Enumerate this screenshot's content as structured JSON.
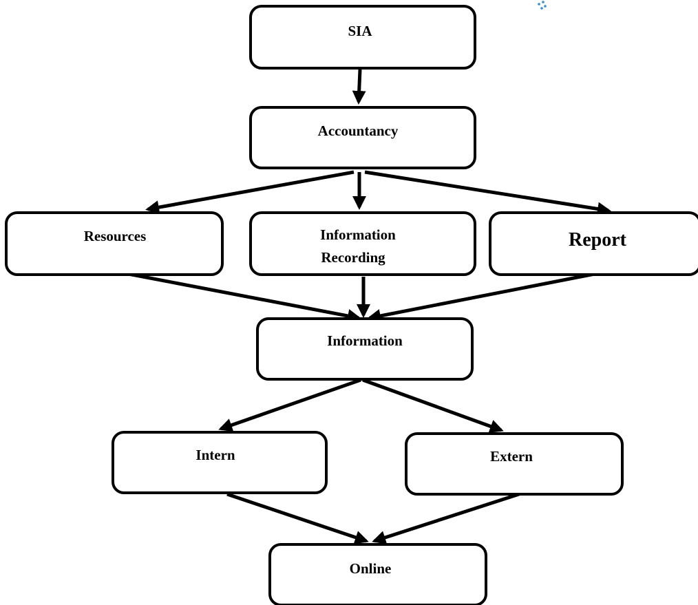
{
  "diagram": {
    "nodes": {
      "sia": "SIA",
      "accountancy": "Accountancy",
      "resources": "Resources",
      "information_recording_line1": "Information",
      "information_recording_line2": "Recording",
      "report": "Report",
      "information": "Information",
      "intern": "Intern",
      "extern": "Extern",
      "online": "Online"
    },
    "edges": [
      {
        "from": "SIA",
        "to": "Accountancy"
      },
      {
        "from": "Accountancy",
        "to": "Resources"
      },
      {
        "from": "Accountancy",
        "to": "Information Recording"
      },
      {
        "from": "Accountancy",
        "to": "Report"
      },
      {
        "from": "Resources",
        "to": "Information"
      },
      {
        "from": "Information Recording",
        "to": "Information"
      },
      {
        "from": "Report",
        "to": "Information"
      },
      {
        "from": "Information",
        "to": "Intern"
      },
      {
        "from": "Information",
        "to": "Extern"
      },
      {
        "from": "Intern",
        "to": "Online"
      },
      {
        "from": "Extern",
        "to": "Online"
      }
    ],
    "colors": {
      "stroke": "#000000",
      "background": "#ffffff",
      "corner_mark": "#2a8fd8"
    }
  }
}
